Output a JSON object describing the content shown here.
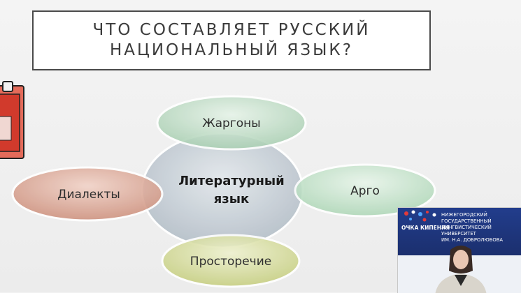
{
  "slide": {
    "title_lines": [
      "ЧТО СОСТАВЛЯЕТ РУССКИЙ",
      "НАЦИОНАЛЬНЫЙ ЯЗЫК?"
    ]
  },
  "diagram": {
    "center": {
      "lines": [
        "Литературный",
        "язык"
      ],
      "color": "#c4ccd4"
    },
    "nodes": {
      "top": {
        "label": "Жаргоны",
        "color": "#bcd9c2"
      },
      "left": {
        "label": "Диалекты",
        "color": "#d9a796"
      },
      "right": {
        "label": "Арго",
        "color": "#bfe0c6"
      },
      "bottom": {
        "label": "Просторечие",
        "color": "#d6dc9c"
      }
    }
  },
  "video_overlay": {
    "brand_text": "ОЧКА КИПЕНИЯ",
    "university_lines": [
      "НИЖЕГОРОДСКИЙ",
      "ГОСУДАРСТВЕННЫЙ",
      "ЛИНГВИСТИЧЕСКИЙ",
      "УНИВЕРСИТЕТ",
      "ИМ. Н.А. ДОБРОЛЮБОВА"
    ],
    "banner_color": "#223d8c"
  }
}
